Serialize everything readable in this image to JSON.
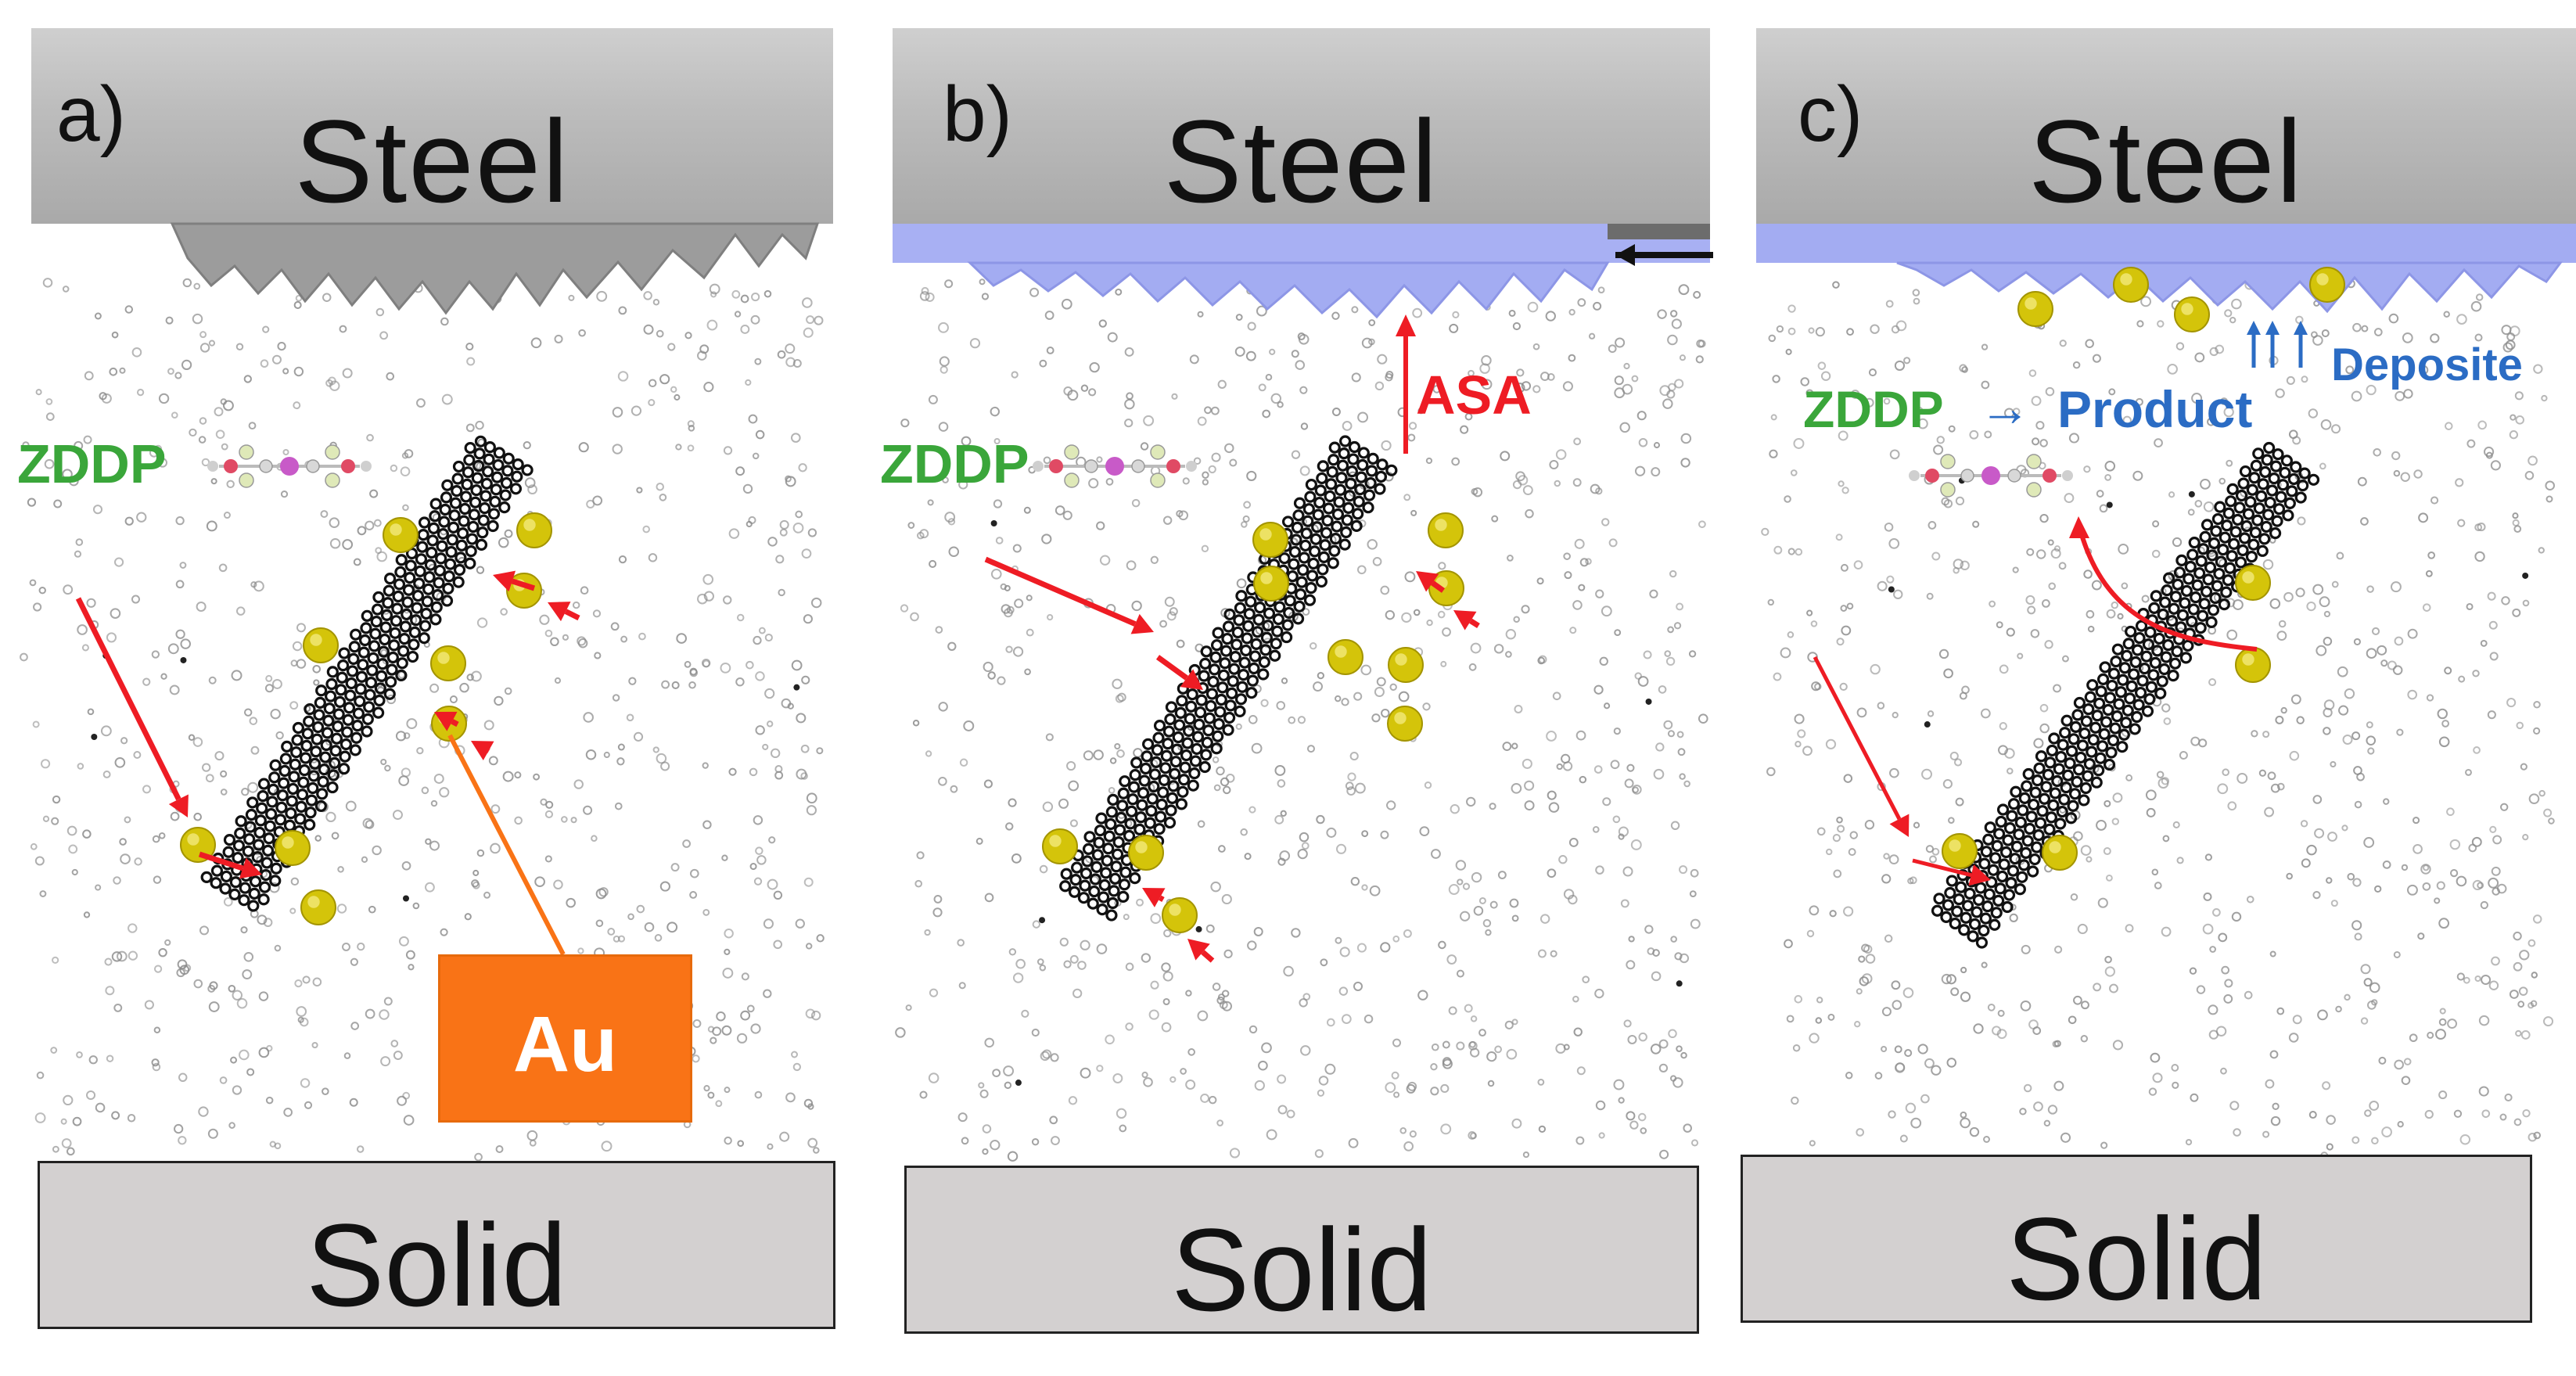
{
  "panels": [
    {
      "letter": "a)",
      "steel": "Steel",
      "solid": "Solid",
      "zddp": "ZDDP",
      "au": "Au"
    },
    {
      "letter": "b)",
      "steel": "Steel",
      "solid": "Solid",
      "zddp": "ZDDP",
      "asa": "ASA"
    },
    {
      "letter": "c)",
      "steel": "Steel",
      "solid": "Solid",
      "zddp": "ZDDP",
      "product": "Product",
      "deposite": "Deposite"
    }
  ],
  "colors": {
    "zddp_label": "#3aa63a",
    "asa_label": "#ee1c24",
    "arrow": "#ee1c24",
    "blue_label": "#2b6cc4",
    "tribofilm": "#9aa6f0",
    "au_particle": "#d4c40a",
    "au_box": "#f97316",
    "nanotube": "#111111"
  }
}
